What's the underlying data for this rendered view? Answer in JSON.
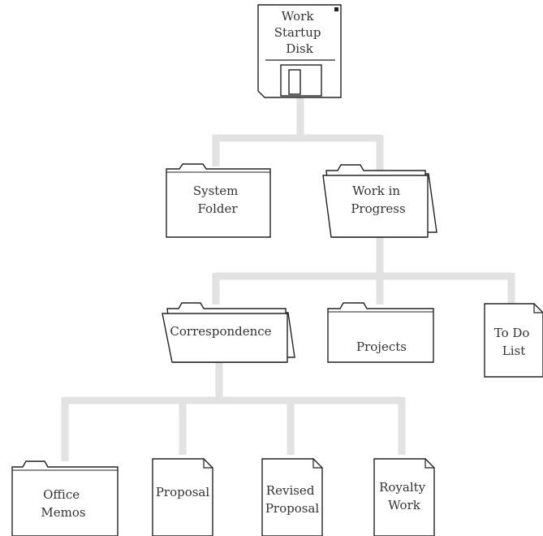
{
  "diagram": {
    "disk": {
      "lines": [
        "Work",
        "Startup",
        "Disk"
      ]
    },
    "system_folder": {
      "lines": [
        "System",
        "Folder"
      ]
    },
    "work_in_progress": {
      "lines": [
        "Work in",
        "Progress"
      ]
    },
    "correspondence": {
      "lines": [
        "Correspondence"
      ]
    },
    "projects": {
      "lines": [
        "Projects"
      ]
    },
    "todo": {
      "lines": [
        "To Do",
        "List"
      ]
    },
    "office_memos": {
      "lines": [
        "Office",
        "Memos"
      ]
    },
    "proposal": {
      "lines": [
        "Proposal"
      ]
    },
    "revised_proposal": {
      "lines": [
        "Revised",
        "Proposal"
      ]
    },
    "royalty_work": {
      "lines": [
        "Royalty",
        "Work"
      ]
    }
  },
  "colors": {
    "connector": "#e2e2e2",
    "outline": "#222222",
    "text": "#333333"
  }
}
